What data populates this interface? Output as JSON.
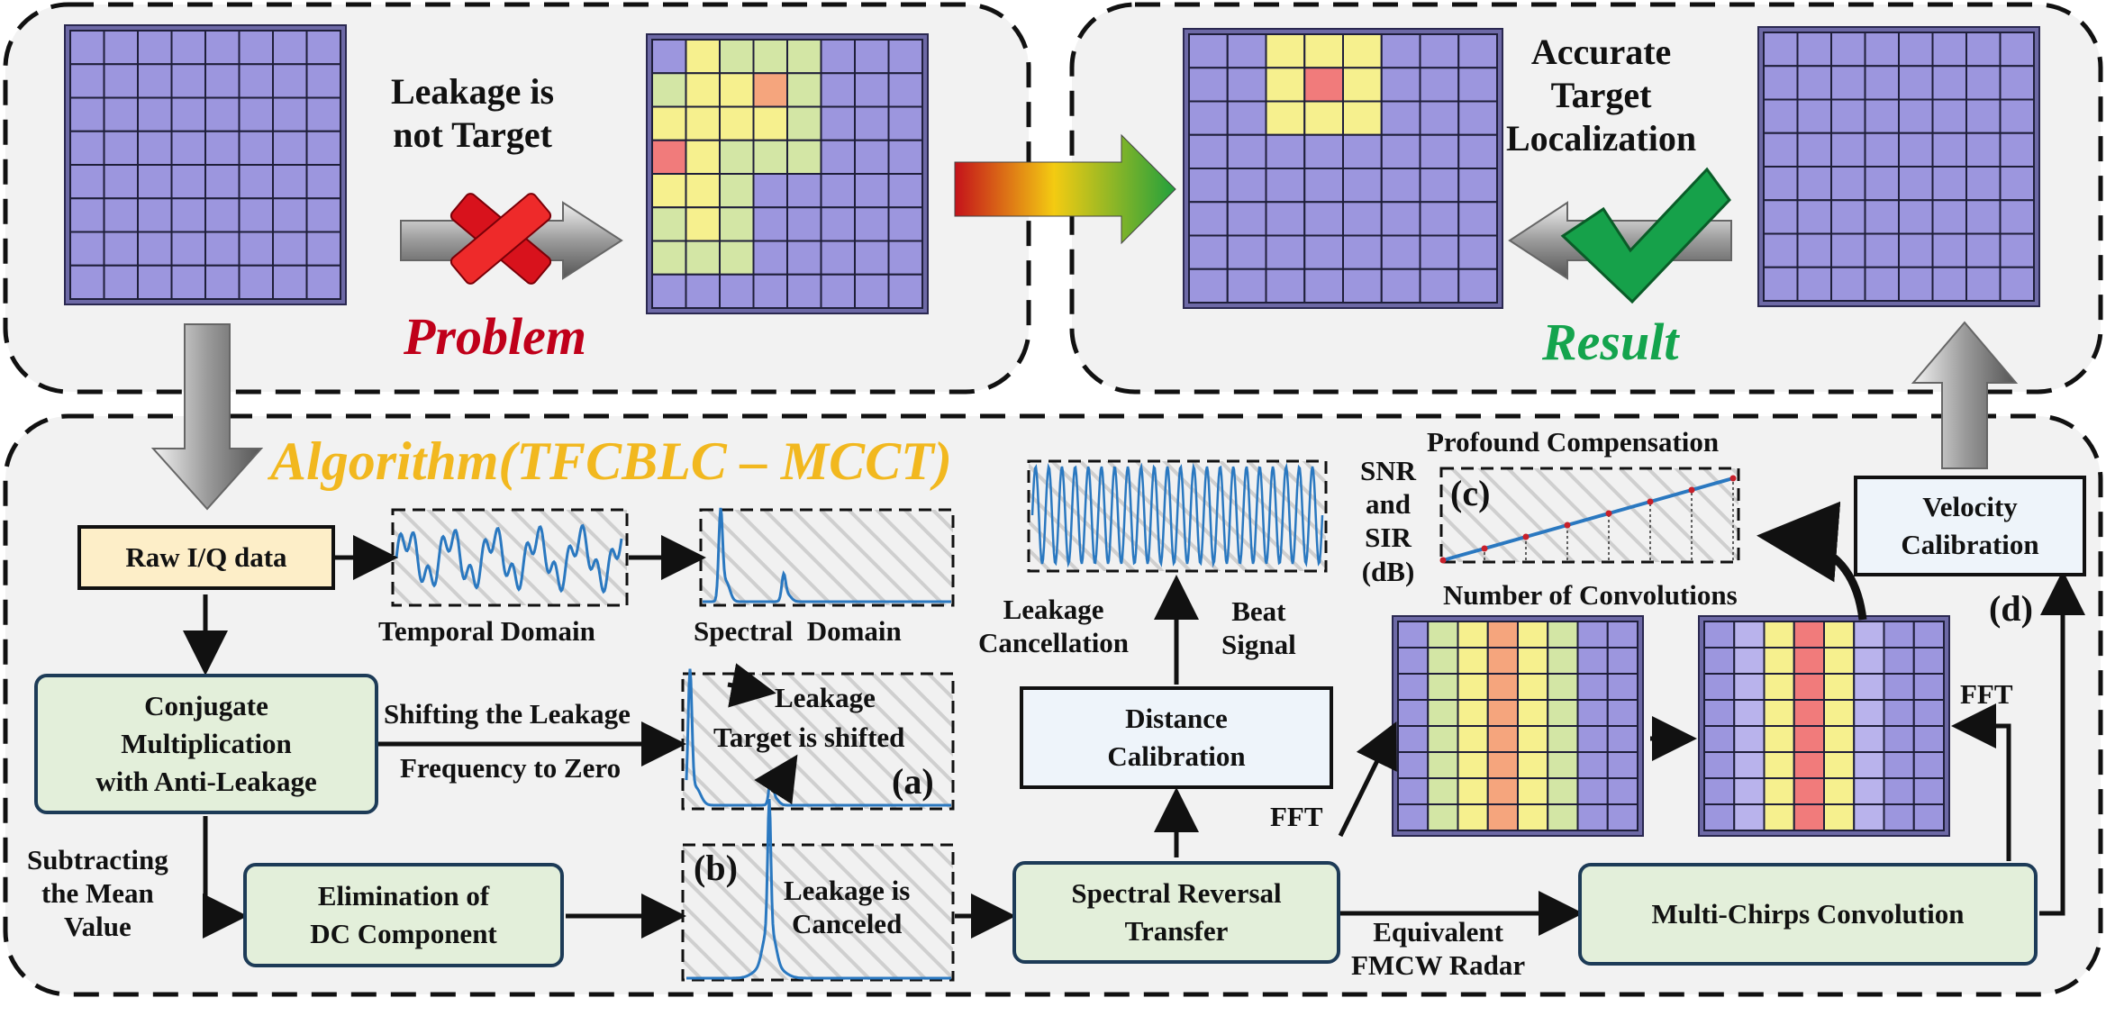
{
  "top_left": {
    "label_leakage": "Leakage is\nnot Target",
    "problem": "Problem"
  },
  "top_right": {
    "label_accurate": "Accurate\nTarget\nLocalization",
    "result": "Result"
  },
  "algorithm": {
    "title": "Algorithm(TFCBLC – MCCT)",
    "raw_iq": "Raw I/Q data",
    "temporal_domain": "Temporal Domain",
    "spectral_domain": "Spectral  Domain",
    "conjugate": "Conjugate\nMultiplication\nwith Anti-Leakage",
    "shifting_1": "Shifting the Leakage",
    "shifting_2": "Frequency to Zero",
    "panel_a_leakage": "Leakage",
    "panel_a_target": "Target is shifted",
    "panel_a_tag": "(a)",
    "subtracting": "Subtracting\nthe Mean\nValue",
    "elimination": "Elimination of\nDC Component",
    "panel_b_tag": "(b)",
    "panel_b_text": "Leakage is\nCanceled",
    "spectral_reversal": "Spectral Reversal\nTransfer",
    "equivalent": "Equivalent\nFMCW Radar",
    "distance_calibration": "Distance\nCalibration",
    "leakage_cancellation": "Leakage\nCancellation",
    "beat_signal": "Beat\nSignal",
    "fft_1": "FFT",
    "fft_2": "FFT",
    "profound": "Profound Compensation",
    "snr": "SNR\nand\nSIR\n(dB)",
    "panel_c_tag": "(c)",
    "num_conv": "Number of Convolutions",
    "panel_d_tag": "(d)",
    "velocity": "Velocity\nCalibration",
    "multi_chirps": "Multi-Chirps Convolution"
  },
  "colors": {
    "grid_purple": "#9c96de",
    "grid_line": "#1f1f3a",
    "hot": "#f17b7b",
    "warm": "#f5a57d",
    "yellow": "#f6f08e",
    "light_green": "#d3e6a5",
    "signal_blue": "#2a78c0",
    "alg_title": "#f2b81f",
    "problem_red": "#c0001a",
    "result_green": "#14a44d"
  },
  "grid_maps": {
    "grid1": [],
    "grid2": [
      [
        "p",
        "Y",
        "G",
        "G",
        "G",
        "p",
        "p",
        "p"
      ],
      [
        "G",
        "Y",
        "Y",
        "W",
        "G",
        "p",
        "p",
        "p"
      ],
      [
        "Y",
        "Y",
        "Y",
        "Y",
        "G",
        "p",
        "p",
        "p"
      ],
      [
        "H",
        "Y",
        "G",
        "G",
        "G",
        "p",
        "p",
        "p"
      ],
      [
        "Y",
        "Y",
        "G",
        "p",
        "p",
        "p",
        "p",
        "p"
      ],
      [
        "G",
        "Y",
        "G",
        "p",
        "p",
        "p",
        "p",
        "p"
      ],
      [
        "G",
        "G",
        "G",
        "p",
        "p",
        "p",
        "p",
        "p"
      ],
      [
        "p",
        "p",
        "p",
        "p",
        "p",
        "p",
        "p",
        "p"
      ]
    ],
    "grid3": [
      [
        "p",
        "p",
        "Y",
        "Y",
        "Y",
        "p",
        "p",
        "p"
      ],
      [
        "p",
        "p",
        "Y",
        "H",
        "Y",
        "p",
        "p",
        "p"
      ],
      [
        "p",
        "p",
        "Y",
        "Y",
        "Y",
        "p",
        "p",
        "p"
      ],
      [
        "p",
        "p",
        "p",
        "p",
        "p",
        "p",
        "p",
        "p"
      ],
      [
        "p",
        "p",
        "p",
        "p",
        "p",
        "p",
        "p",
        "p"
      ],
      [
        "p",
        "p",
        "p",
        "p",
        "p",
        "p",
        "p",
        "p"
      ],
      [
        "p",
        "p",
        "p",
        "p",
        "p",
        "p",
        "p",
        "p"
      ],
      [
        "p",
        "p",
        "p",
        "p",
        "p",
        "p",
        "p",
        "p"
      ]
    ],
    "grid4": [],
    "grid5_columns": [
      "p",
      "G",
      "Y",
      "W",
      "Y",
      "G",
      "p",
      "p"
    ],
    "grid6_columns": [
      "p",
      "L",
      "Y",
      "H",
      "Y",
      "L",
      "p",
      "p"
    ]
  }
}
